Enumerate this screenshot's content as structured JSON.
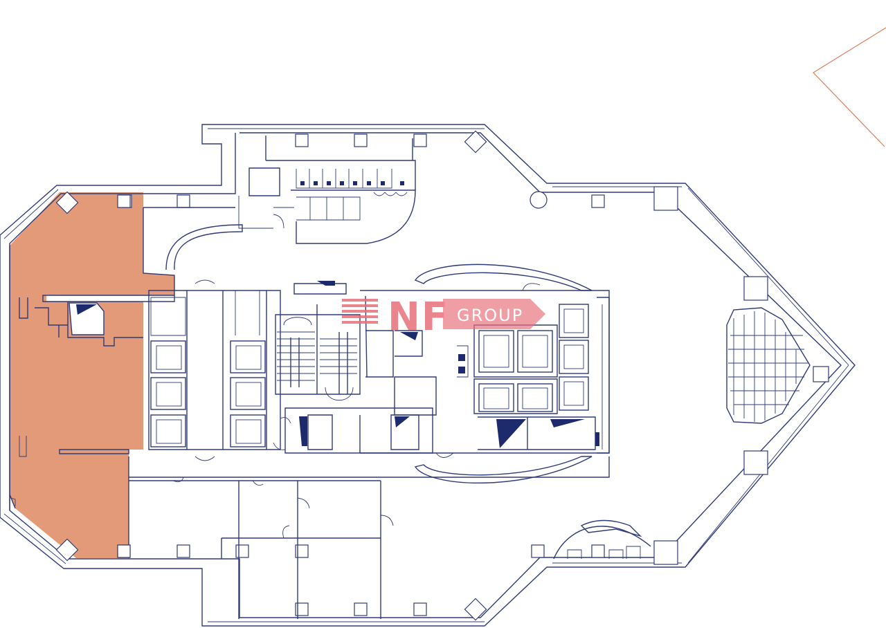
{
  "watermark": {
    "brand_main": "NF",
    "brand_sub": "GROUP"
  },
  "colors": {
    "wall": "#2e3a78",
    "highlight_area": "#e39a78",
    "watermark": "#e8707a",
    "corner_accent": "#d9805a"
  },
  "highlighted_unit": "west-wing-office"
}
